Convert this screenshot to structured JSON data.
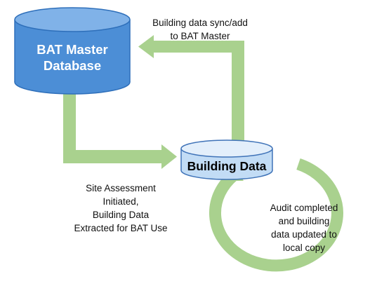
{
  "nodes": {
    "master_db": {
      "lines": [
        "BAT Master",
        "Database"
      ]
    },
    "building_data": {
      "label": "Building Data"
    }
  },
  "notes": {
    "sync": {
      "lines": [
        "Building data sync/add",
        "to BAT Master"
      ]
    },
    "assessment": {
      "lines": [
        "Site Assessment",
        "Initiated,",
        "Building Data",
        "Extracted for BAT Use"
      ]
    },
    "audit": {
      "lines": [
        "Audit completed",
        "and building",
        "data updated to",
        "local copy"
      ]
    }
  },
  "colors": {
    "arrow_green": "#a9d18e",
    "db_blue_front": "#4c8ed6",
    "db_blue_top": "#80b2e8",
    "db_blue_edge": "#2e6fba",
    "cyl_light_front": "#c2dcf5",
    "cyl_light_top": "#e3effb",
    "cyl_light_edge": "#3f73b8"
  }
}
